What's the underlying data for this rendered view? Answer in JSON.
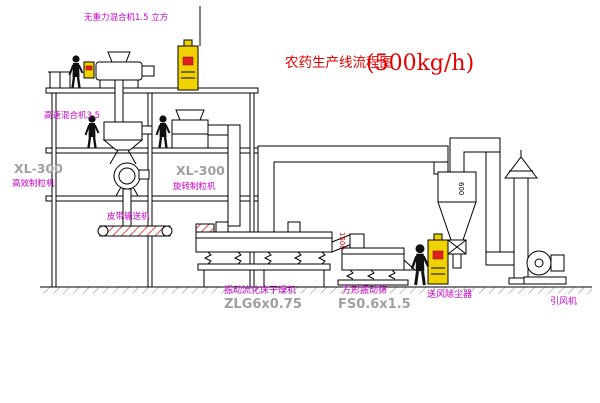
{
  "diagram": {
    "title_main": "农药生产线流程图",
    "title_capacity": "(500kg/h)"
  },
  "labels": {
    "mixer_top": "无重力混合机1.5 立方",
    "high_speed_mixer": "高速混合机3.5",
    "granulator_left_model": "XL-300",
    "granulator_left_name": "高效制粒机",
    "granulator_center_model": "XL-300",
    "granulator_center_name": "旋转制粒机",
    "belt_conveyor": "皮带输送机",
    "dryer_name": "振动流化床干燥机",
    "dryer_model": "ZLG6x0.75",
    "sieve_name": "方形振动筛",
    "sieve_model": "FS0.6x1.5",
    "dust_collector": "送风除尘器",
    "fan": "引风机",
    "cyclone_dim": "600",
    "pipe_dim": "1500"
  },
  "colors": {
    "title_red": "#e60000",
    "label_magenta": "#cc00cc",
    "model_gray": "#a0a0a0",
    "cabinet_yellow": "#f0d200",
    "accent_red": "#e02020",
    "line_black": "#000000",
    "background": "#ffffff"
  }
}
